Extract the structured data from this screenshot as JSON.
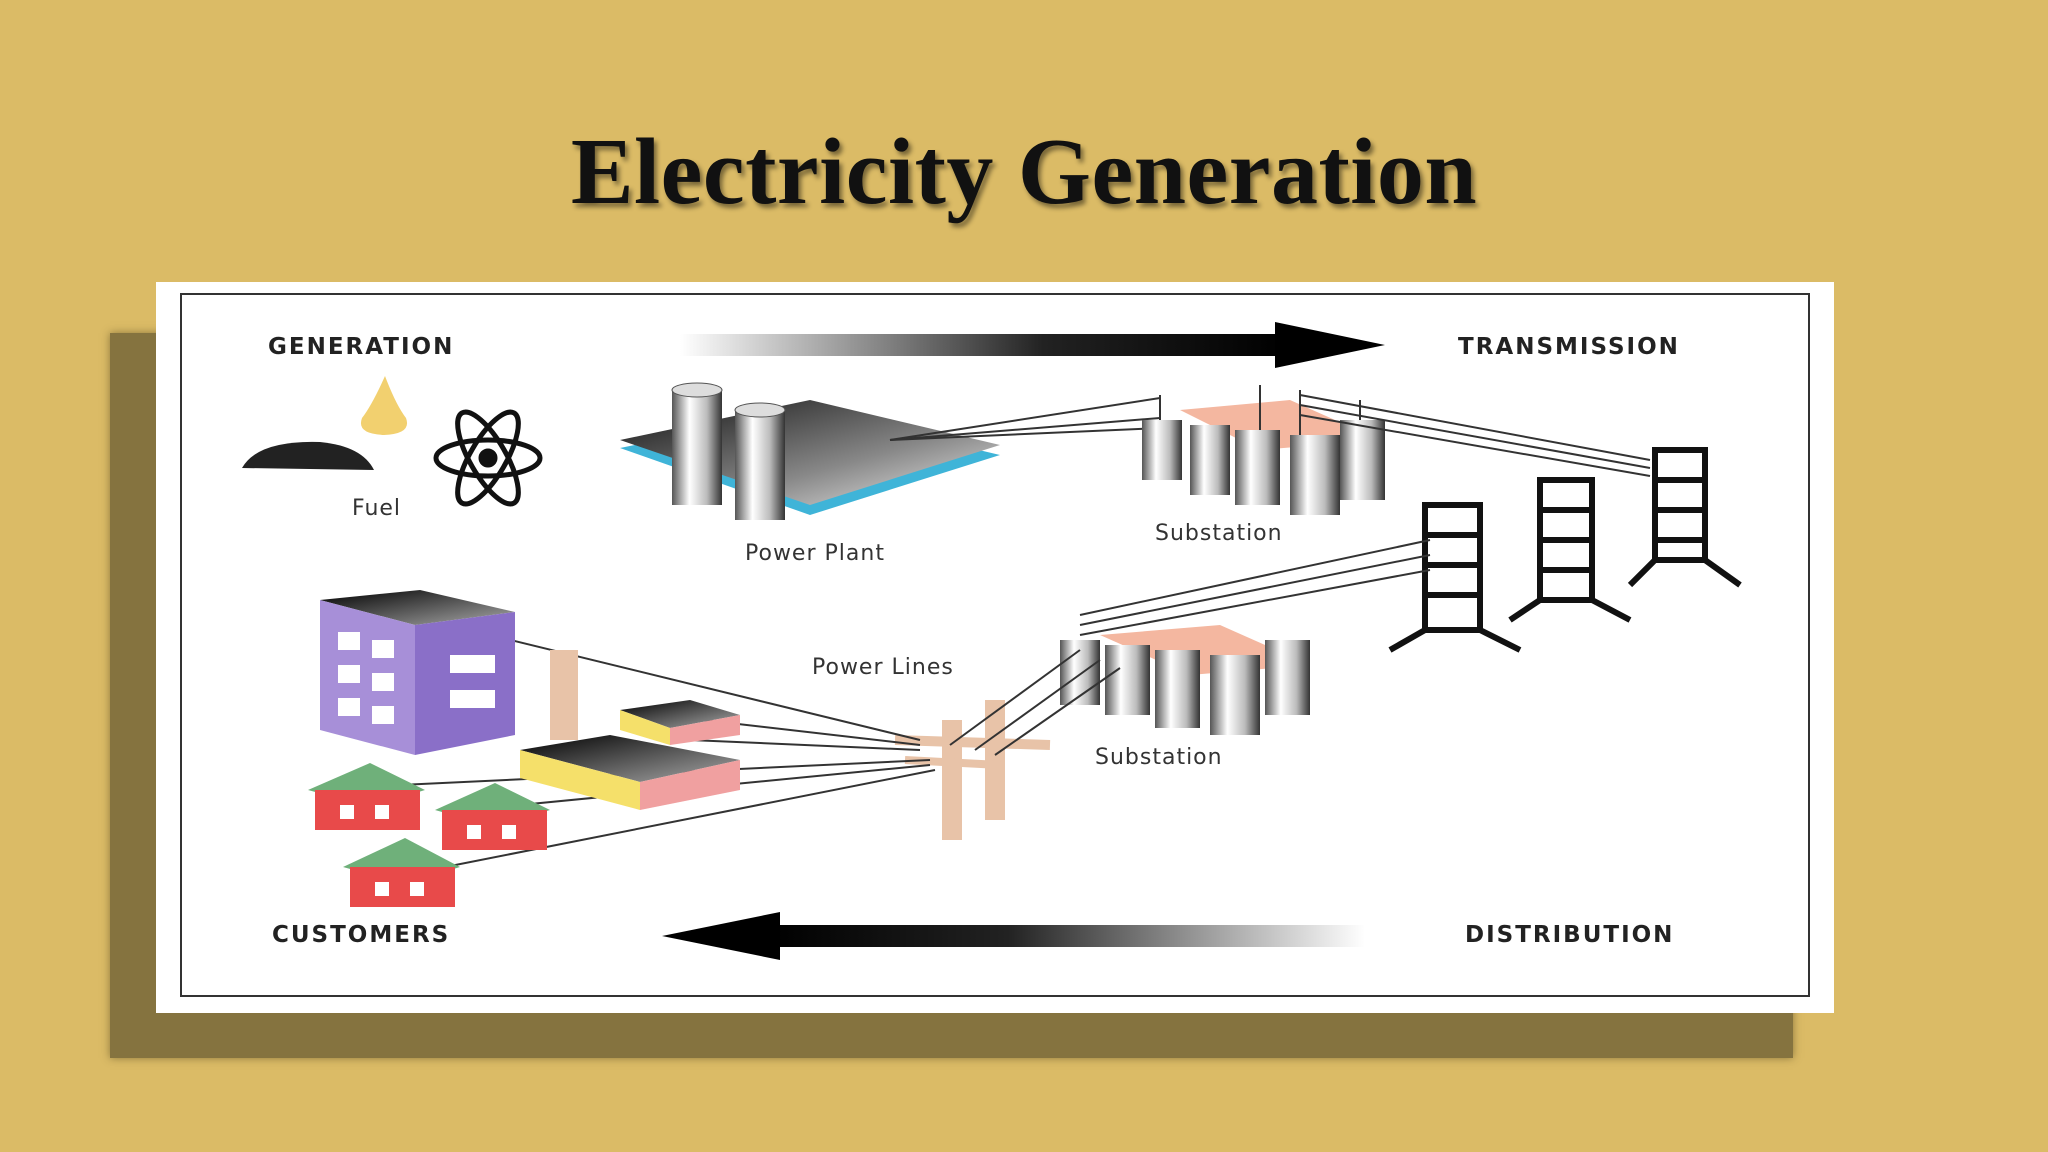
{
  "slide": {
    "title": "Electricity Generation"
  },
  "diagram": {
    "stages": {
      "generation": "GENERATION",
      "transmission": "TRANSMISSION",
      "distribution": "DISTRIBUTION",
      "customers": "CUSTOMERS"
    },
    "components": {
      "fuel": "Fuel",
      "power_plant": "Power Plant",
      "substation_top": "Substation",
      "substation_bottom": "Substation",
      "power_lines": "Power Lines"
    },
    "colors": {
      "background": "#dbbb66",
      "shadow": "#85733f",
      "plant_base": "#3fb4d8",
      "building": "#a78fd8",
      "house_roof": "#6fb07a",
      "house_wall": "#e84a4a",
      "factory": "#f5e06a",
      "pole": "#e8c3a8"
    }
  }
}
